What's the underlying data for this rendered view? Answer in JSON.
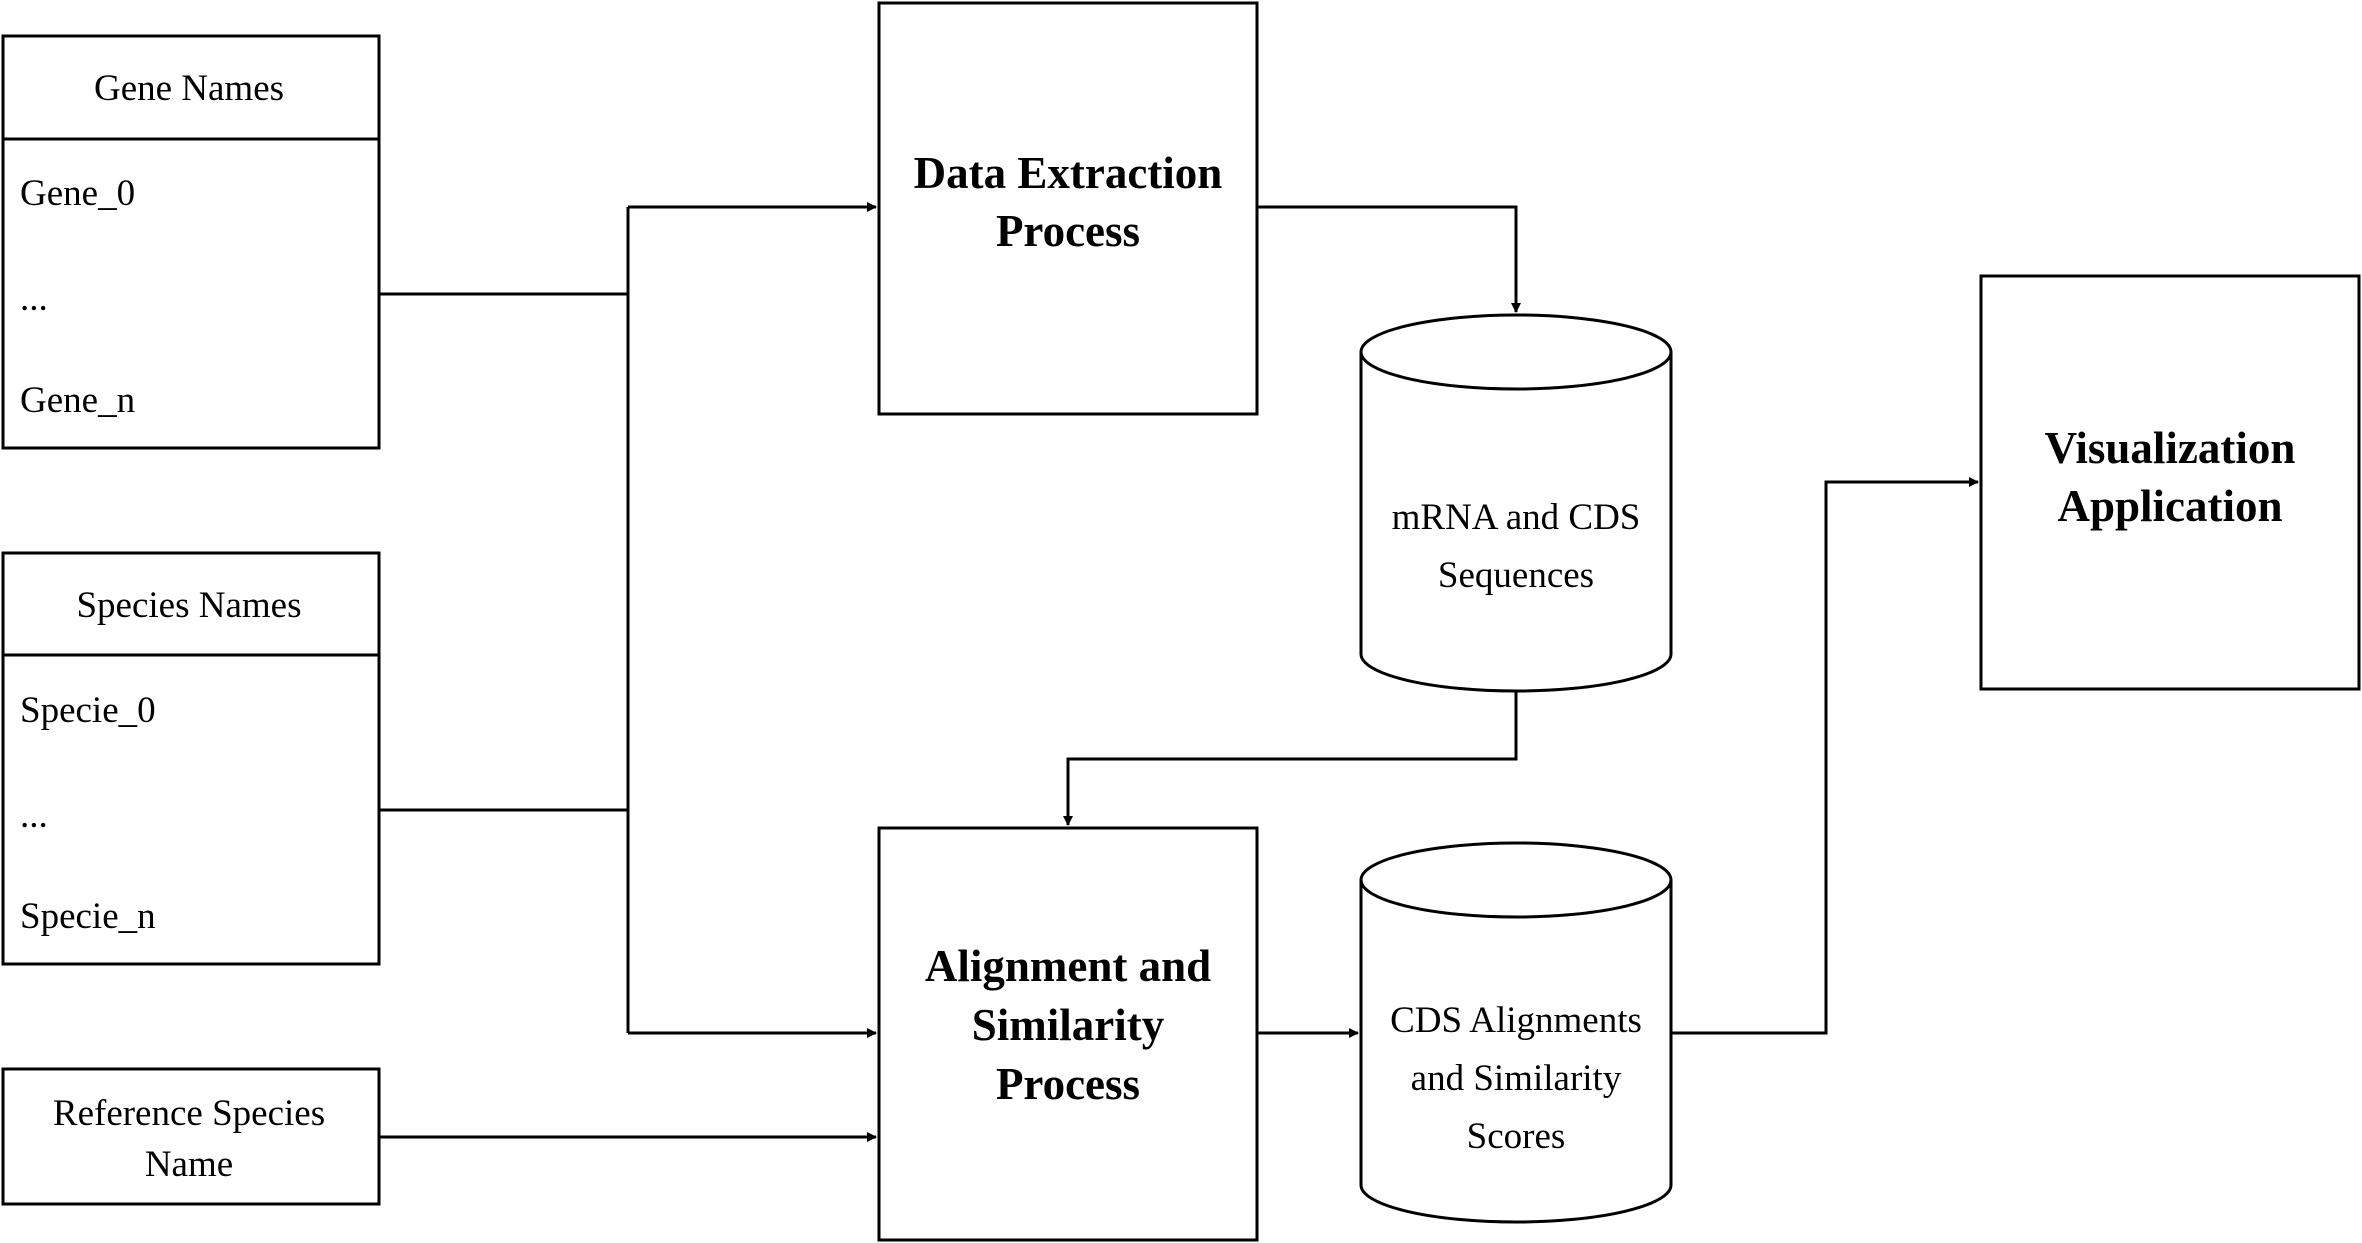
{
  "gene_list": {
    "header": "Gene Names",
    "items": [
      "Gene_0",
      "...",
      "Gene_n"
    ]
  },
  "species_list": {
    "header": "Species Names",
    "items": [
      "Specie_0",
      "...",
      "Specie_n"
    ]
  },
  "reference_species": {
    "lines": [
      "Reference Species",
      "Name"
    ]
  },
  "data_extraction": {
    "lines": [
      "Data Extraction",
      "Process"
    ]
  },
  "alignment_process": {
    "lines": [
      "Alignment and",
      "Similarity",
      "Process"
    ]
  },
  "mrna_cds_store": {
    "lines": [
      "mRNA and CDS",
      "Sequences"
    ]
  },
  "alignment_store": {
    "lines": [
      "CDS Alignments",
      "and Similarity",
      "Scores"
    ]
  },
  "visualization": {
    "lines": [
      "Visualization",
      "Application"
    ]
  },
  "colors": {
    "stroke": "#000000",
    "fill": "#ffffff",
    "text": "#000000"
  }
}
